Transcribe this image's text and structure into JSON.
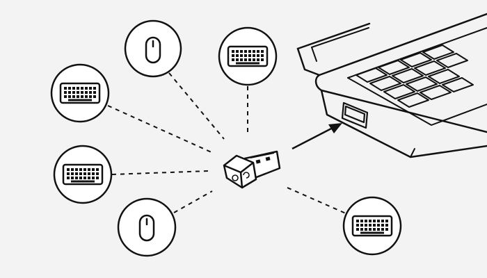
{
  "diagram": {
    "background": "#f3f3f3",
    "stroke_color": "#111111",
    "circle_fill": "#ffffff",
    "devices": [
      {
        "id": "mouse-top",
        "type": "mouse"
      },
      {
        "id": "keyboard-top-right",
        "type": "keyboard"
      },
      {
        "id": "keyboard-upper-left",
        "type": "keyboard"
      },
      {
        "id": "keyboard-lower-left",
        "type": "keyboard"
      },
      {
        "id": "mouse-bottom",
        "type": "mouse"
      },
      {
        "id": "keyboard-bottom-right",
        "type": "keyboard"
      }
    ],
    "receiver": {
      "type": "usb-unifying-receiver",
      "logo_icon": "logi-unifying-icon"
    },
    "laptop": {
      "port_icon": "usb-port-icon"
    },
    "connection_style": "dashed",
    "insert_arrow": "receiver-to-usb-port"
  }
}
